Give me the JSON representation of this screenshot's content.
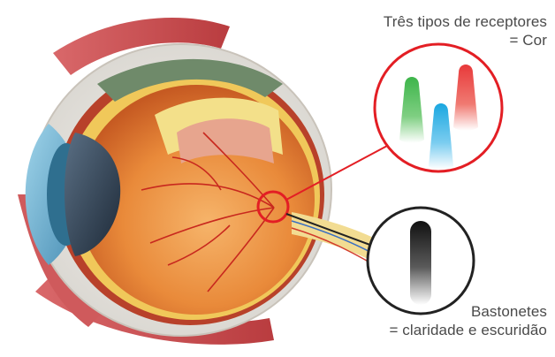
{
  "annotations": {
    "cones": {
      "title": "Três tipos de receptores",
      "meaning": "= Cor"
    },
    "rods": {
      "title": "Bastonetes",
      "meaning": "= claridade e escuridão"
    }
  },
  "colors": {
    "cone_callout_ring": "#e31e24",
    "rod_callout_ring": "#222222",
    "cone_red": "#e8393a",
    "cone_green": "#3db54a",
    "cone_blue": "#1aa7e0"
  },
  "icons": [
    "eye-cross-section-illustration",
    "red-cone-icon",
    "green-cone-icon",
    "blue-cone-icon",
    "rod-icon"
  ]
}
